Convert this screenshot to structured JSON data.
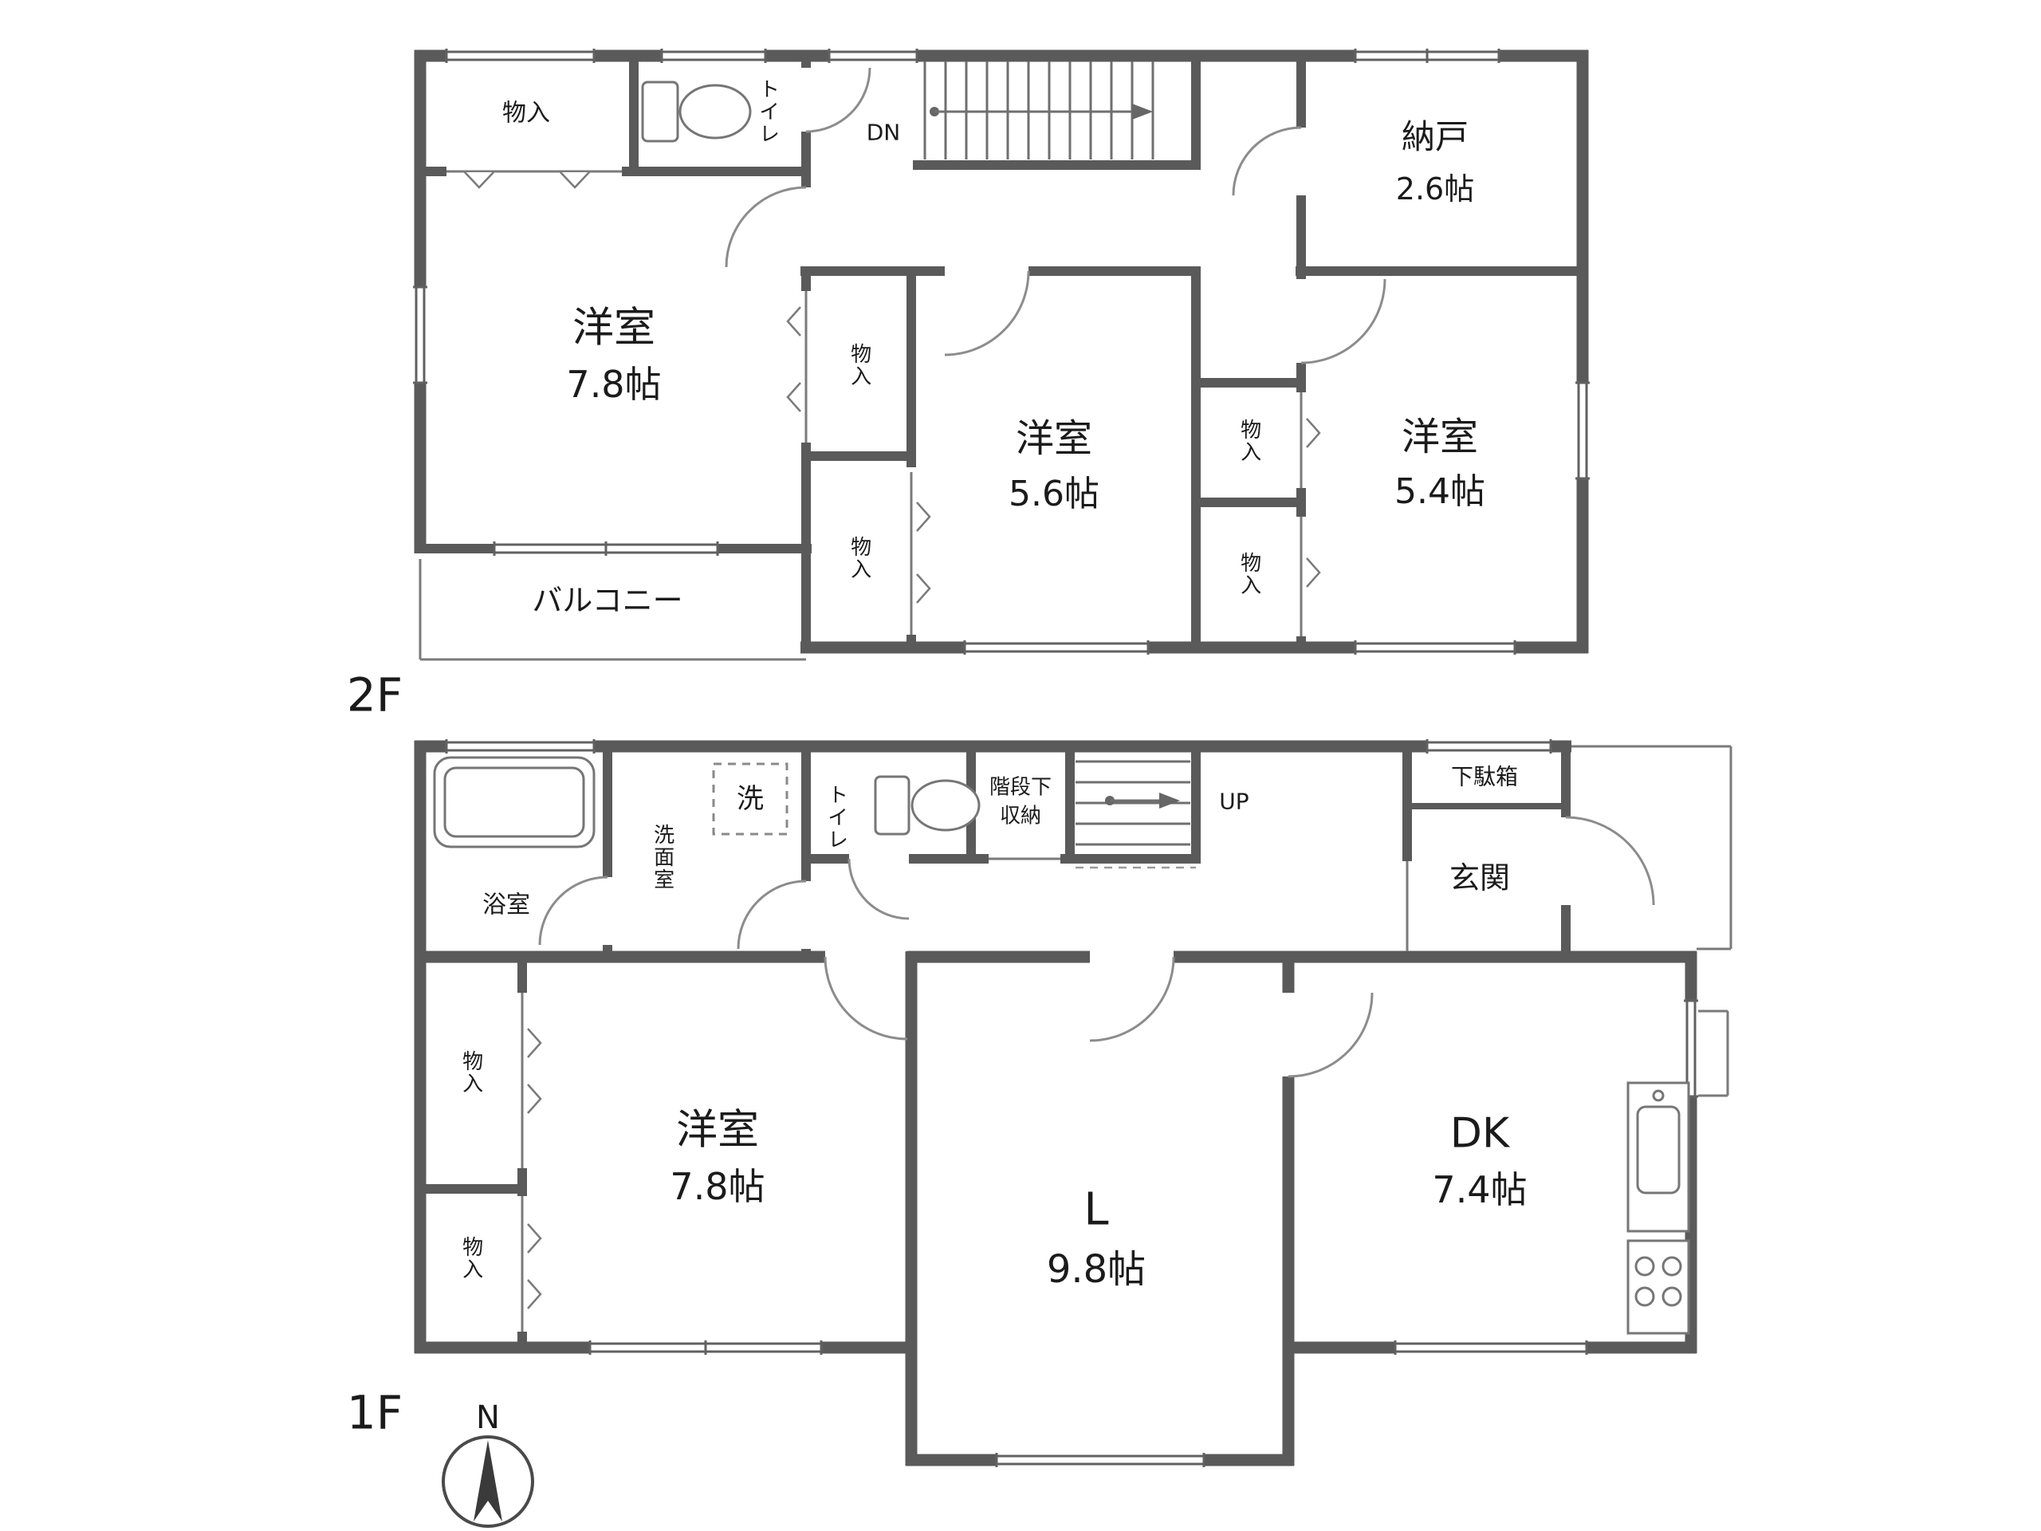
{
  "floor2": {
    "floor_label": "2F",
    "rooms": {
      "storage_tl": "物入",
      "toilet": "トイレ",
      "stairs_dn": "DN",
      "nando_name": "納戸",
      "nando_size": "2.6帖",
      "west_room_a_name": "洋室",
      "west_room_a_size": "7.8帖",
      "storage_mid_upper": "物入",
      "storage_mid_lower": "物入",
      "west_room_b_name": "洋室",
      "west_room_b_size": "5.6帖",
      "storage_right_upper": "物入",
      "storage_right_lower": "物入",
      "west_room_c_name": "洋室",
      "west_room_c_size": "5.4帖",
      "balcony": "バルコニー"
    }
  },
  "floor1": {
    "floor_label": "1F",
    "rooms": {
      "bathroom": "浴室",
      "washroom": "洗面室",
      "laundry": "洗",
      "toilet": "トイレ",
      "under_stairs_line1": "階段下",
      "under_stairs_line2": "収納",
      "stairs_up": "UP",
      "shoe_cabinet": "下駄箱",
      "entrance": "玄関",
      "storage_upper": "物入",
      "storage_lower": "物入",
      "west_room_name": "洋室",
      "west_room_size": "7.8帖",
      "living_name": "L",
      "living_size": "9.8帖",
      "dk_name": "DK",
      "dk_size": "7.4帖"
    }
  },
  "compass": {
    "north_label": "N"
  },
  "colors": {
    "wall": "#5a5a5a",
    "text": "#1b1b1b",
    "background": "#ffffff"
  }
}
